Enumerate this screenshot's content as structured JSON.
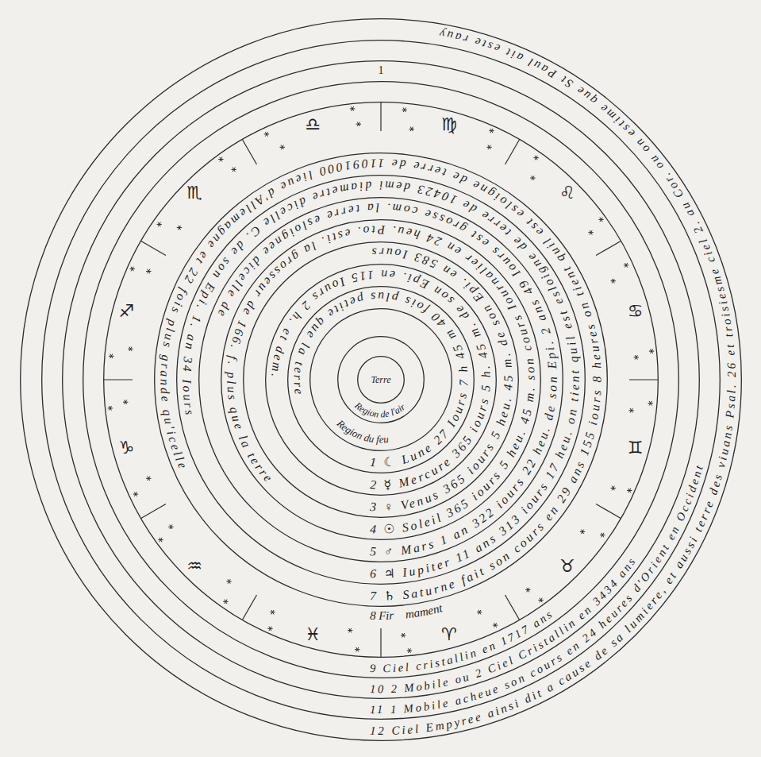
{
  "diagram": {
    "nodes": [
      {
        "text": [
          "12 Ciel Empyree ainsi dit a cause de sa lumiere, et aussi terre des viuans Psal. 26 et troisiesme ciel 2. au Cor. ou on estime que St Paul ait este rauy"
        ]
      },
      {
        "text": [
          "11 1 Mobile acheue son cours en 24 heures d'Orient en Occident"
        ],
        "in": 0
      },
      {
        "text": [
          "10 2 Mobile ou 2 Ciel Cristallin en 3434 ans"
        ],
        "in": 1
      },
      {
        "text": [
          "9 Ciel cristallin en 1717 ans"
        ],
        "in": 2
      },
      {
        "text": [
          "8 Fir",
          "mament"
        ],
        "in": 3
      },
      {
        "text": [
          "7 ♄ Saturne fait son cours en 29 ans 155 iours 8 heures on tient quil est esloigne de terre de 11091000 lieue d'Allemagne et 22 fois plus grande qu'icelle"
        ],
        "in": 4
      },
      {
        "text": [
          "6 ♃ Iupiter 11 ans 313 iours 17 heu. on tient quil est esloigne de terre de 10423 demi diametre dicelle C. de son Epi. 1. an 34 Iours"
        ],
        "in": 5
      },
      {
        "text": [
          "5 ♂ Mars 1 an 322 iours 22 heu. de son Epi. 2 ans 49 Iours est grosse com. la terre esloignee dicelle de"
        ],
        "in": 6
      },
      {
        "text": [
          "4 ☉ Soleil 365 iours 5 heu. 45 m. son cours Iournalier en 24 heu. Pto. esti. la grosseur de 166. f. plus que la terre"
        ],
        "in": 7
      },
      {
        "text": [
          "3 ♀ Venus 365 iours 5 heu. 45 m. de son Epi. en 583 Iours"
        ],
        "in": 8
      },
      {
        "text": [
          "2 ☿ Mercure 365 iours 5 h. 45 m. de son Epi. en 115 Iours 2 h. et dem."
        ],
        "in": 9
      },
      {
        "text": [
          "1 ☾ Lune 27 Iours 7 h 45 m 40 fois plus petite que la terre"
        ],
        "in": 10
      },
      {
        "text": [
          "Region du feu"
        ],
        "in": 11
      },
      {
        "text": [
          "Region de l'air"
        ],
        "in": 12
      },
      {
        "text": [
          "Terre"
        ],
        "in": 13
      }
    ],
    "labels": [
      "1",
      "♈",
      "♉",
      "♊",
      "♋",
      "♌",
      "♍",
      "♎",
      "♏",
      "♐",
      "♑",
      "♒",
      "♓"
    ]
  }
}
